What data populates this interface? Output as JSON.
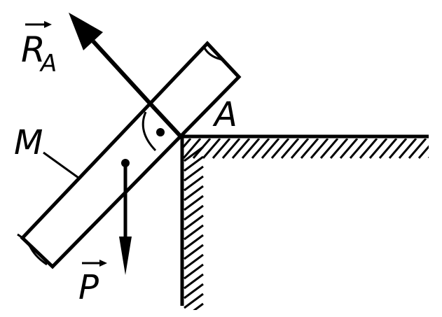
{
  "labels": {
    "reaction": "R",
    "reaction_subscript": "A",
    "point": "A",
    "body": "M",
    "weight": "P"
  },
  "colors": {
    "ink": "#000000",
    "paper": "#ffffff"
  }
}
